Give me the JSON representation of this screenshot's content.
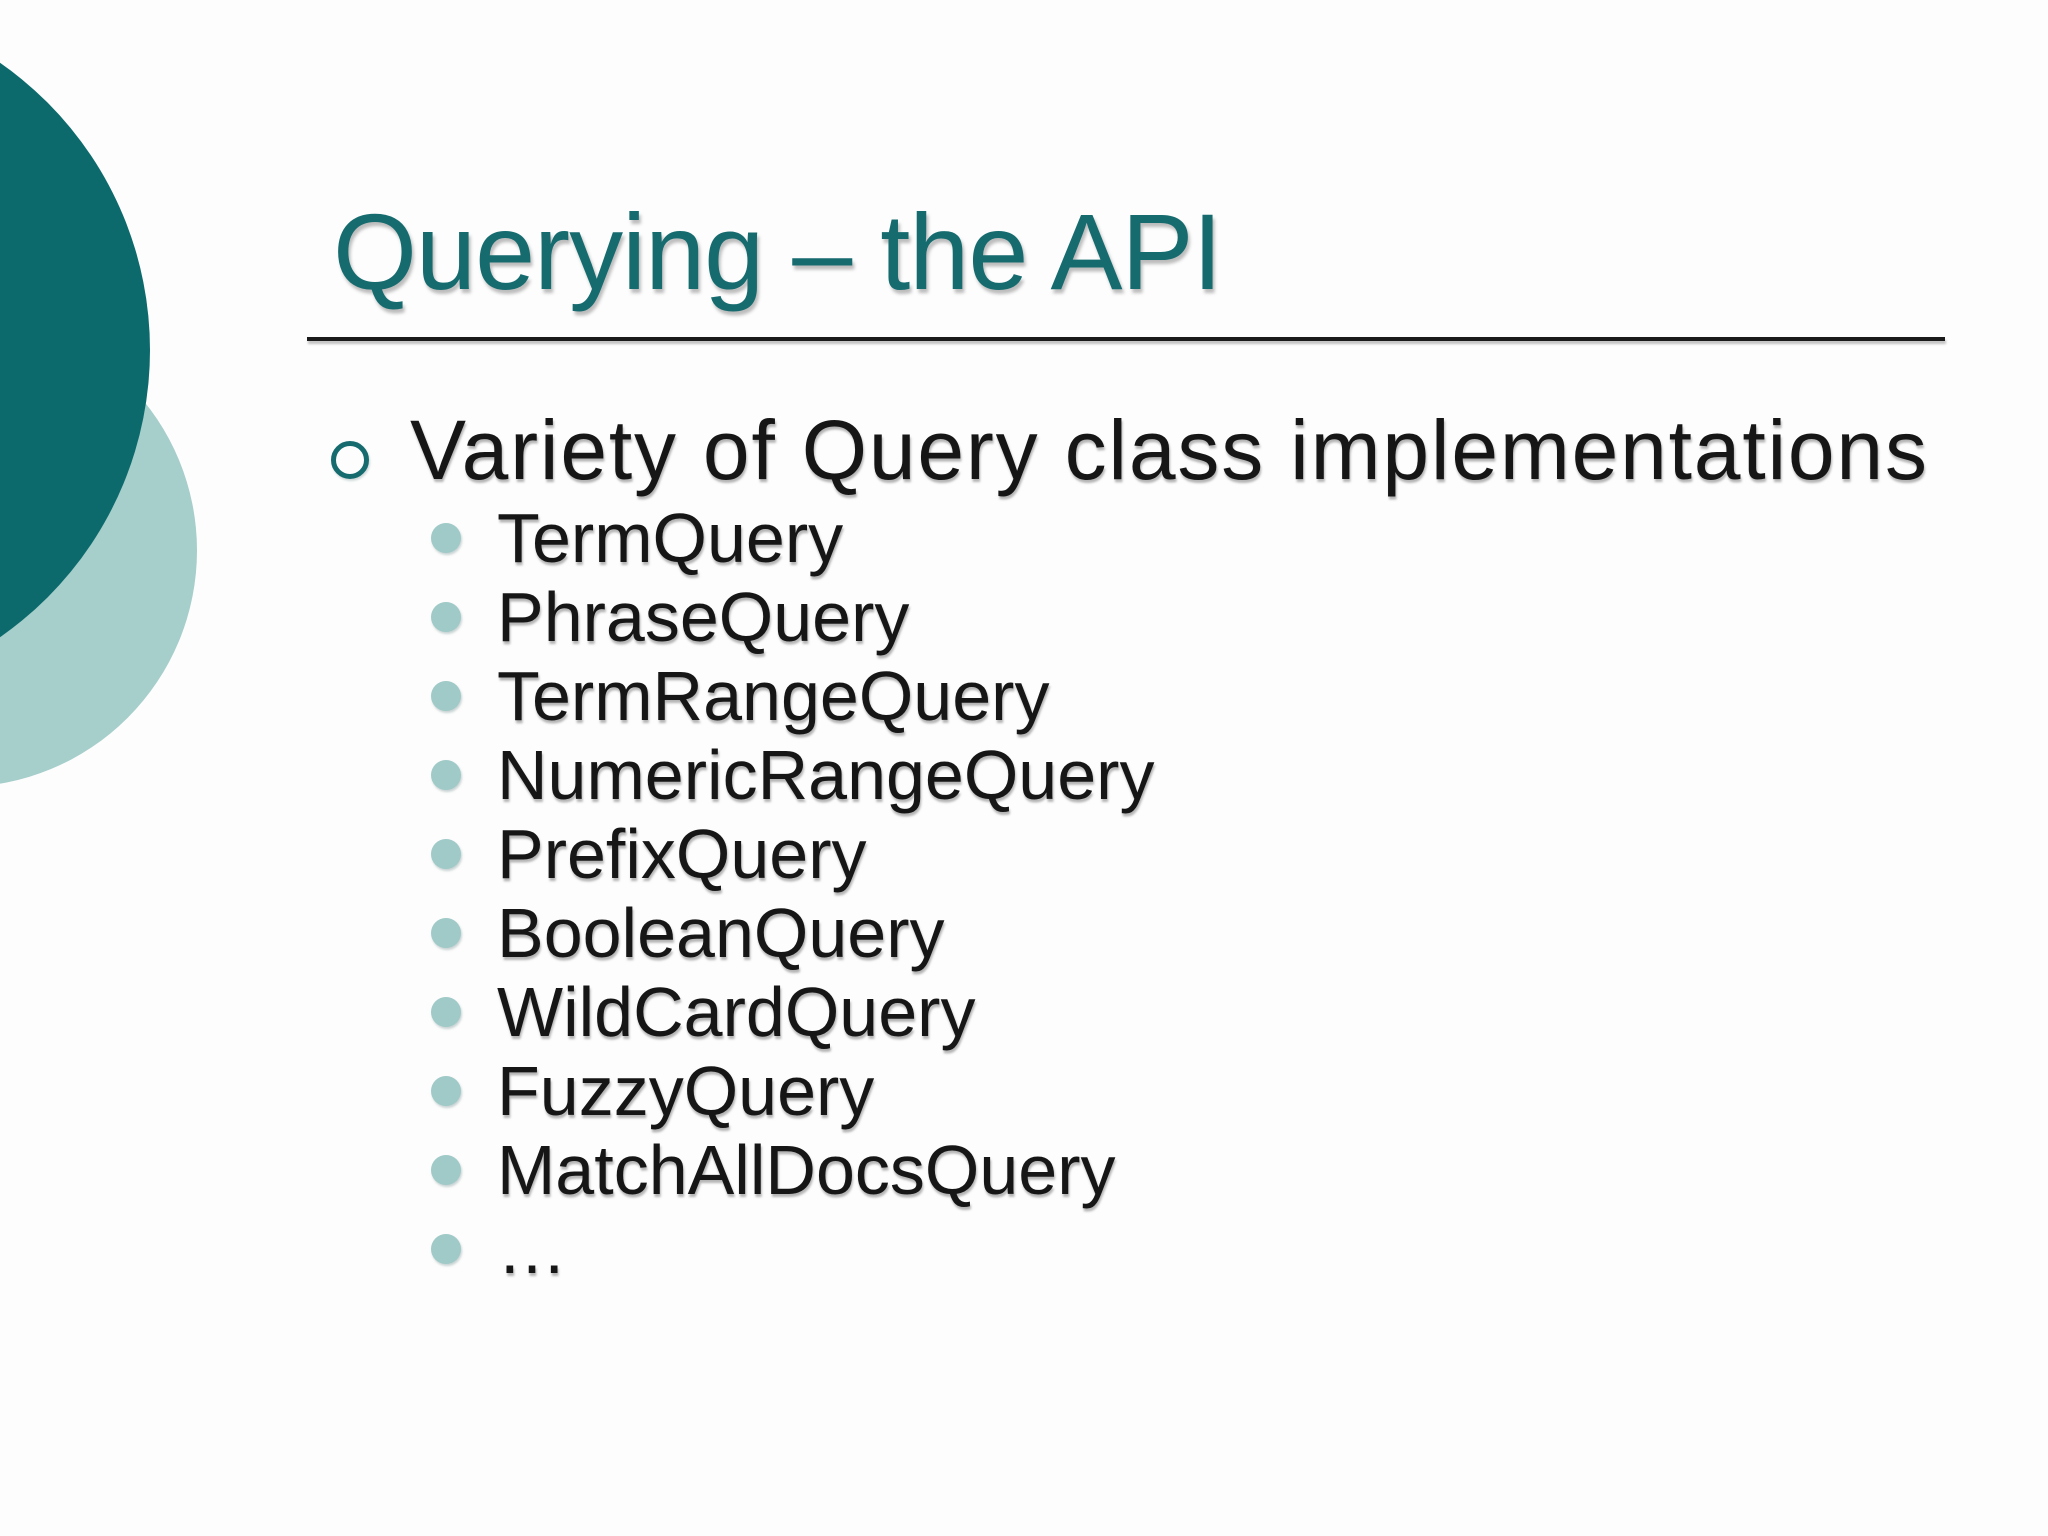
{
  "slide": {
    "title": "Querying – the API",
    "bullet": "Variety of Query class implementations",
    "sub_items": [
      "TermQuery",
      "PhraseQuery",
      "TermRangeQuery",
      "NumericRangeQuery",
      "PrefixQuery",
      "BooleanQuery",
      "WildCardQuery",
      "FuzzyQuery",
      "MatchAllDocsQuery",
      "…"
    ],
    "colors": {
      "title_teal": "#166b6f",
      "dark_circle": "#0d6a6c",
      "light_circle": "#a6cecb",
      "bullet_dot": "#9fcac8",
      "text": "#161616",
      "rule": "#1a1a1a",
      "background": "#fdfdfd"
    }
  }
}
